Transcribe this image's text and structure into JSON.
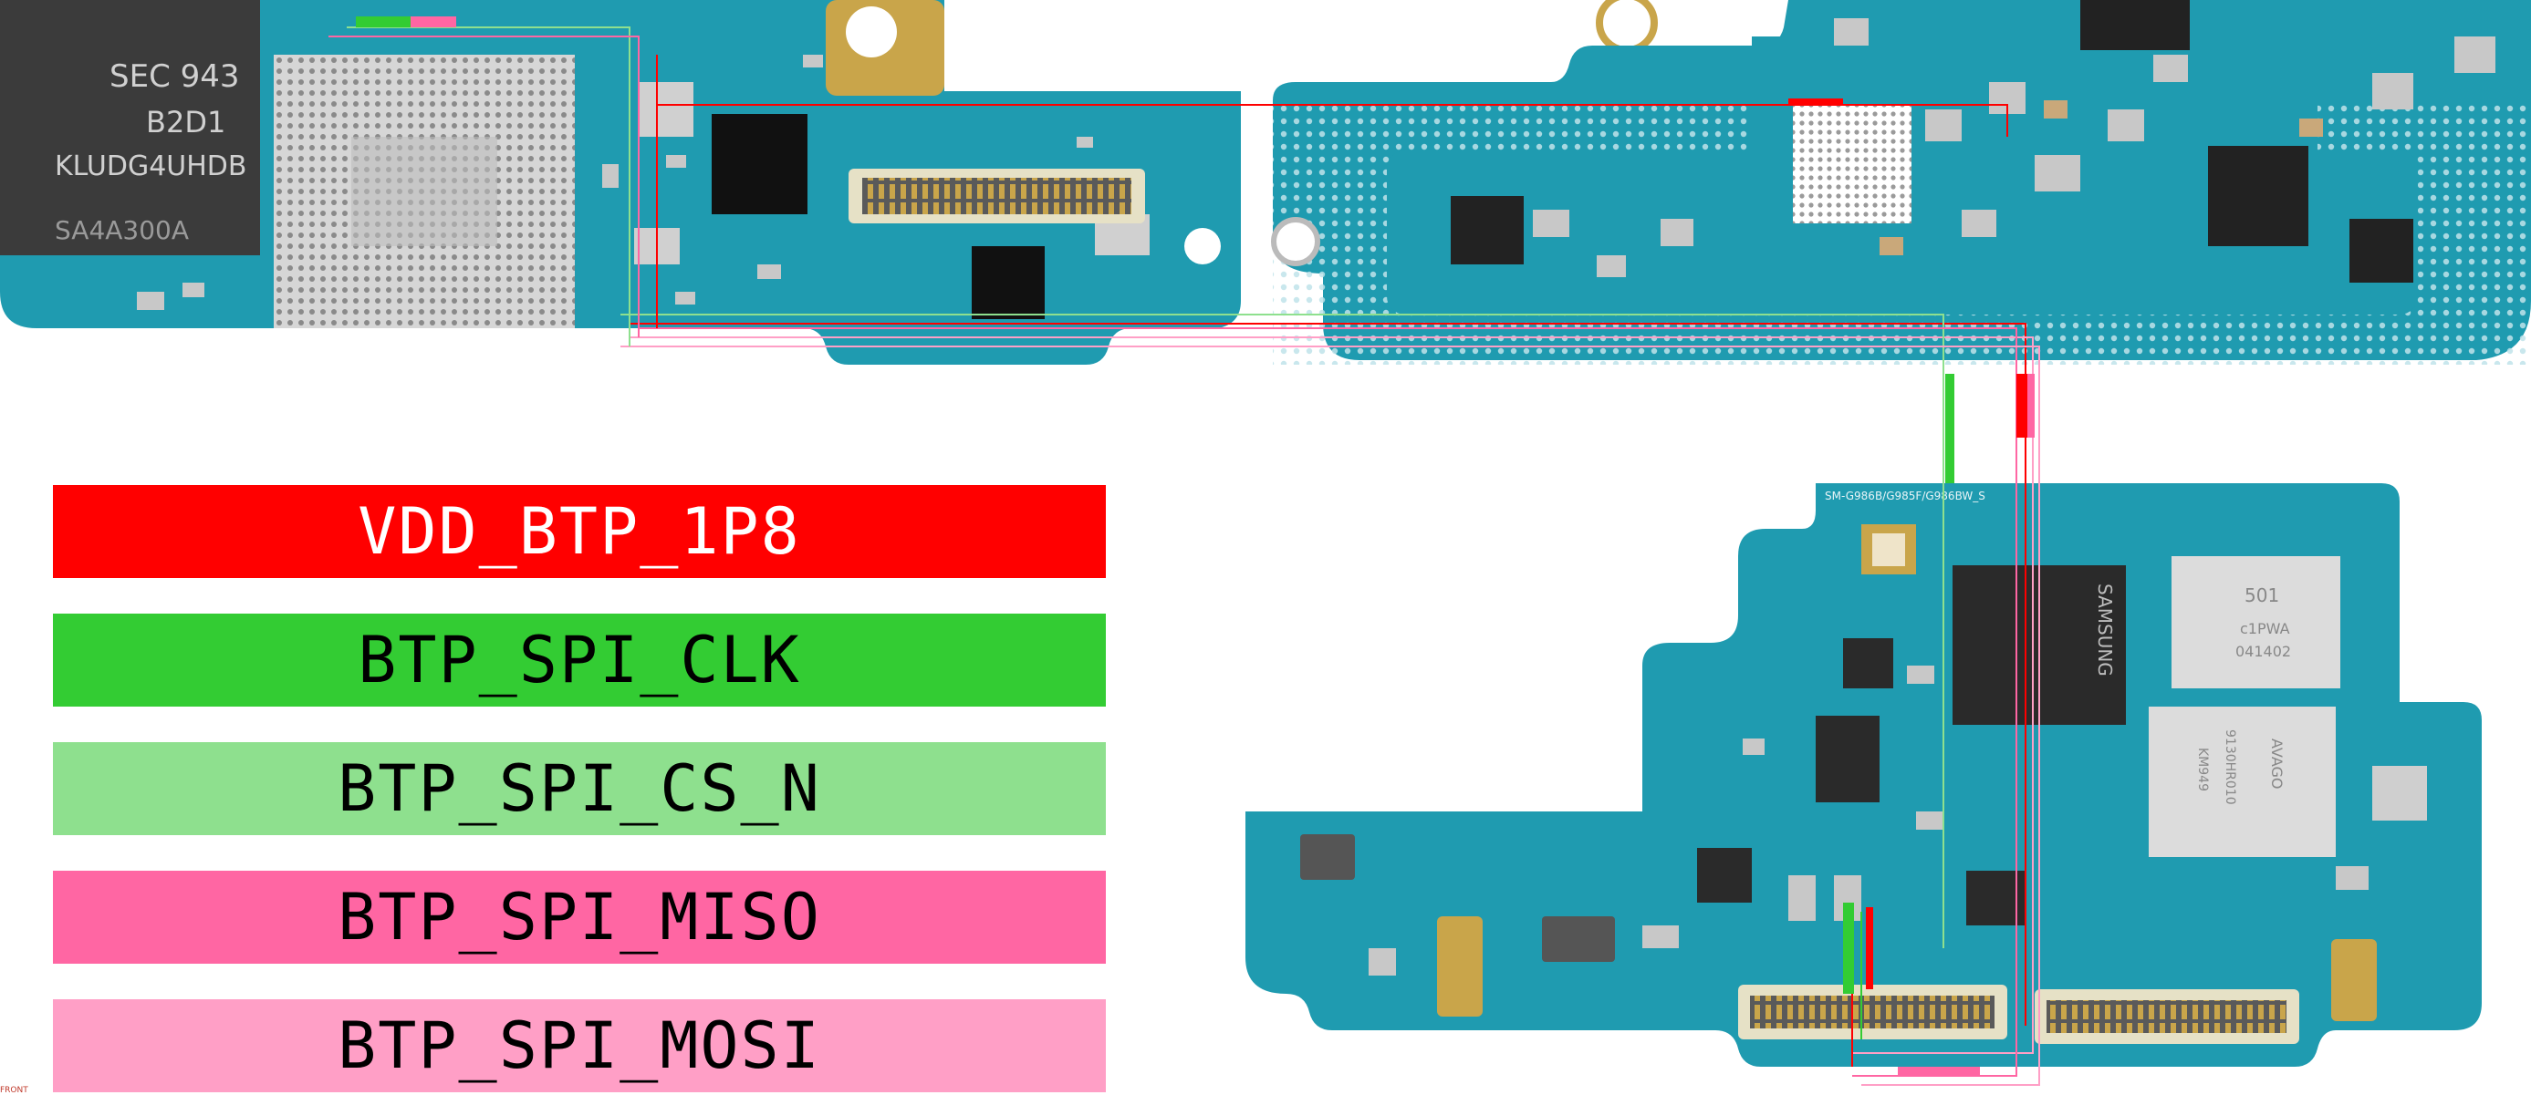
{
  "legend": [
    {
      "label": "VDD_BTP_1P8",
      "color": "#ff0000",
      "text_color": "#ffffff"
    },
    {
      "label": "BTP_SPI_CLK",
      "color": "#33cc33",
      "text_color": "#000000"
    },
    {
      "label": "BTP_SPI_CS_N",
      "color": "#8ee08e",
      "text_color": "#000000"
    },
    {
      "label": "BTP_SPI_MISO",
      "color": "#ff66a3",
      "text_color": "#000000"
    },
    {
      "label": "BTP_SPI_MOSI",
      "color": "#ff9fc6",
      "text_color": "#000000"
    }
  ],
  "chips": {
    "flash_line1": "SEC 943",
    "flash_line2": "B2D1",
    "flash_line3": "KLUDG4UHDB",
    "flash_line4": "SA4A300A",
    "samsung_chip": "SAMSUNG",
    "module_501": "501",
    "module_501_sub": "c1PWA",
    "module_501_code": "041402",
    "module_avago": "AVAGO",
    "module_avago_code": "9130HR010",
    "module_avago_sub": "KM949"
  },
  "board_label": "SM-G986B/G985F/G986BW_S",
  "footnote": "FRONT",
  "colors": {
    "pcb": "#1f9bb0",
    "pcb_dark": "#137f93",
    "gold": "#c9a54a"
  }
}
